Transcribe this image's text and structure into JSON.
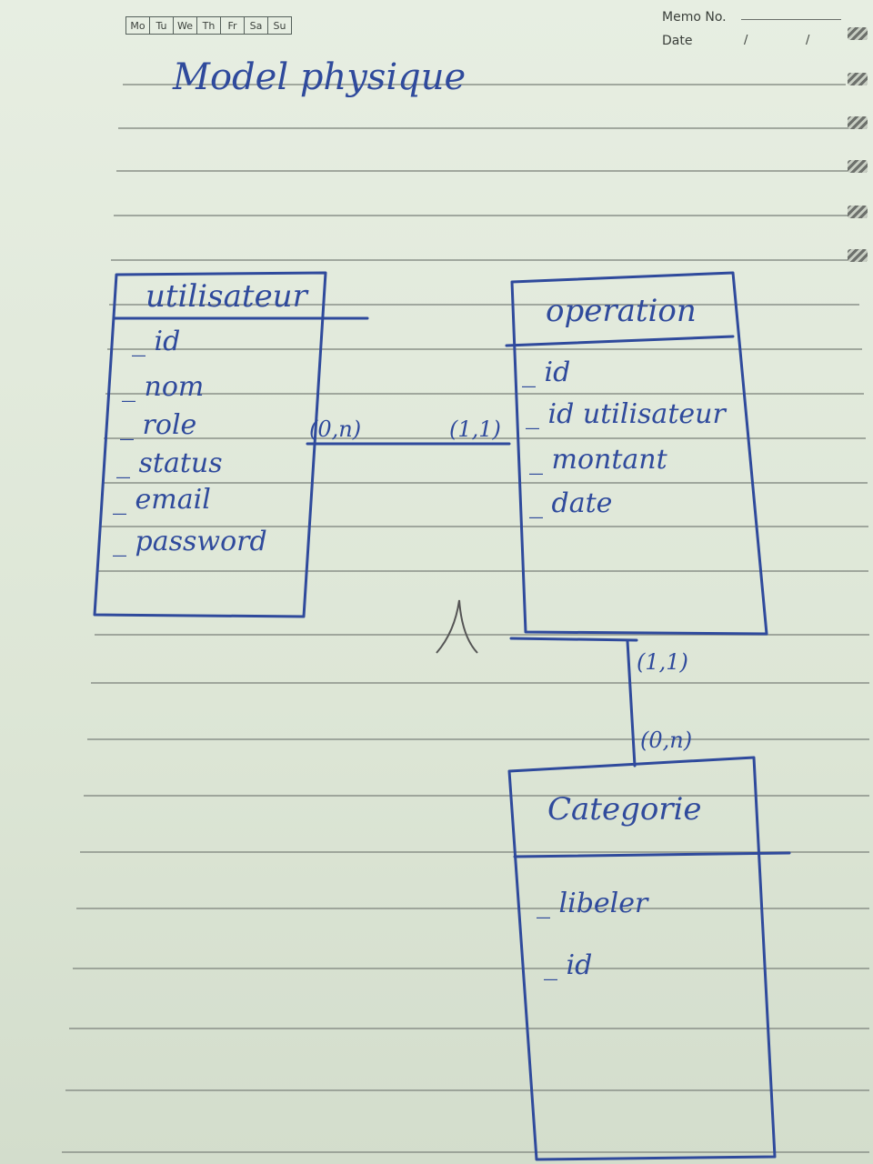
{
  "header": {
    "days": [
      "Mo",
      "Tu",
      "We",
      "Th",
      "Fr",
      "Sa",
      "Su"
    ],
    "memo_label": "Memo No.",
    "date_label": "Date",
    "date_sep": "/"
  },
  "title": "Model physique",
  "entities": {
    "utilisateur": {
      "name": "utilisateur",
      "attributes": [
        "_ id",
        "_ nom",
        "_ role",
        "_ status",
        "_ email",
        "_ password"
      ]
    },
    "operation": {
      "name": "operation",
      "attributes": [
        "_ id",
        "_ id utilisateur",
        "_ montant",
        "_ date"
      ]
    },
    "categorie": {
      "name": "Categorie",
      "attributes": [
        "_ libeler",
        "_ id"
      ]
    }
  },
  "relations": {
    "utilisateur_operation": {
      "card_left": "(0,n)",
      "card_right": "(1,1)"
    },
    "operation_categorie": {
      "card_top": "(1,1)",
      "card_bottom": "(0,n)"
    }
  },
  "colors": {
    "ink": "#2f4a9c",
    "paper": "#e3eadd",
    "rule": "#8a9088"
  }
}
